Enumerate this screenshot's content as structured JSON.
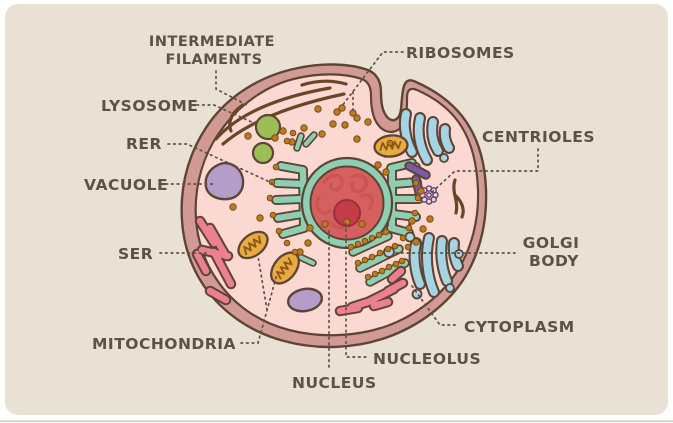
{
  "figure": {
    "type": "illustration",
    "subject": "Animal cell anatomy diagram",
    "labels": {
      "intermediate_filaments": {
        "line1": "INTERMEDIATE",
        "line2": "FILAMENTS"
      },
      "lysosome": "LYSOSOME",
      "rer": "RER",
      "vacuole": "VACUOLE",
      "ser": "SER",
      "mitochondria": "MITOCHONDRIA",
      "nucleus": "NUCLEUS",
      "nucleolus": "NUCLEOLUS",
      "cytoplasm": "CYTOPLASM",
      "golgi_body": {
        "line1": "GOLGI",
        "line2": "BODY"
      },
      "centrioles": "CENTRIOLES",
      "ribosomes": "RIBOSOMES"
    },
    "palette": {
      "canvas_white": "#ffffff",
      "card_beige": "#e8e1d4",
      "membrane_mauve": "#d29a95",
      "cytoplasm_pink": "#fbd9d2",
      "outline_brown": "#5e4433",
      "nuclear_envelope_teal": "#8ecfb4",
      "nucleoplasm_red": "#d65f5f",
      "nucleolus_red": "#c23d49",
      "er_teal": "#8ecfb4",
      "golgi_blue": "#a5d4e4",
      "lysosome_green": "#9cbe57",
      "mitochondria_orange": "#e9ab3f",
      "vacuole_purple": "#b59dc9",
      "ser_pink": "#ec8093",
      "ribosome_brown": "#bc7b22",
      "centriole_purple": "#7b5aa8",
      "filament_brown": "#6b4528",
      "label_text": "#5c5248"
    }
  }
}
